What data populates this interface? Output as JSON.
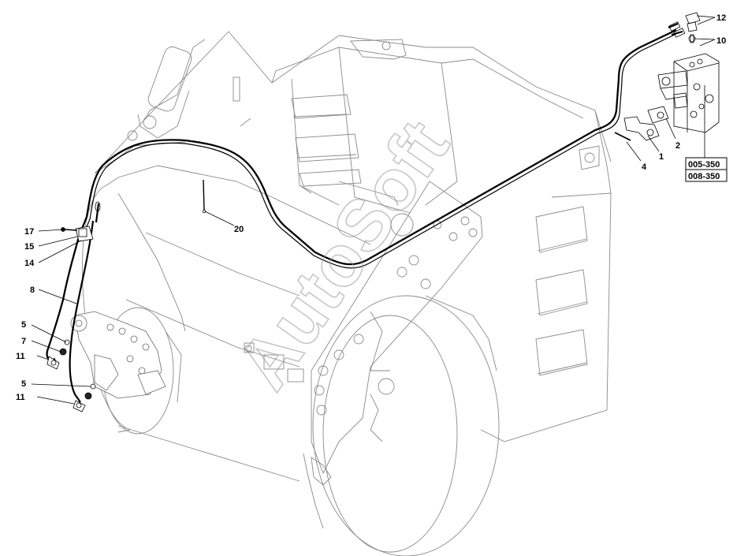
{
  "watermark": "AutoSoft",
  "reference_codes": [
    "005-350",
    "008-350"
  ],
  "callouts": [
    {
      "id": "c12",
      "text": "12"
    },
    {
      "id": "c10",
      "text": "10"
    },
    {
      "id": "c2",
      "text": "2"
    },
    {
      "id": "c1",
      "text": "1"
    },
    {
      "id": "c4",
      "text": "4"
    },
    {
      "id": "c20",
      "text": "20"
    },
    {
      "id": "c17",
      "text": "17"
    },
    {
      "id": "c15",
      "text": "15"
    },
    {
      "id": "c14",
      "text": "14"
    },
    {
      "id": "c8",
      "text": "8"
    },
    {
      "id": "c5a",
      "text": "5"
    },
    {
      "id": "c7",
      "text": "7"
    },
    {
      "id": "c11a",
      "text": "11"
    },
    {
      "id": "c5b",
      "text": "5"
    },
    {
      "id": "c11b",
      "text": "11"
    }
  ]
}
